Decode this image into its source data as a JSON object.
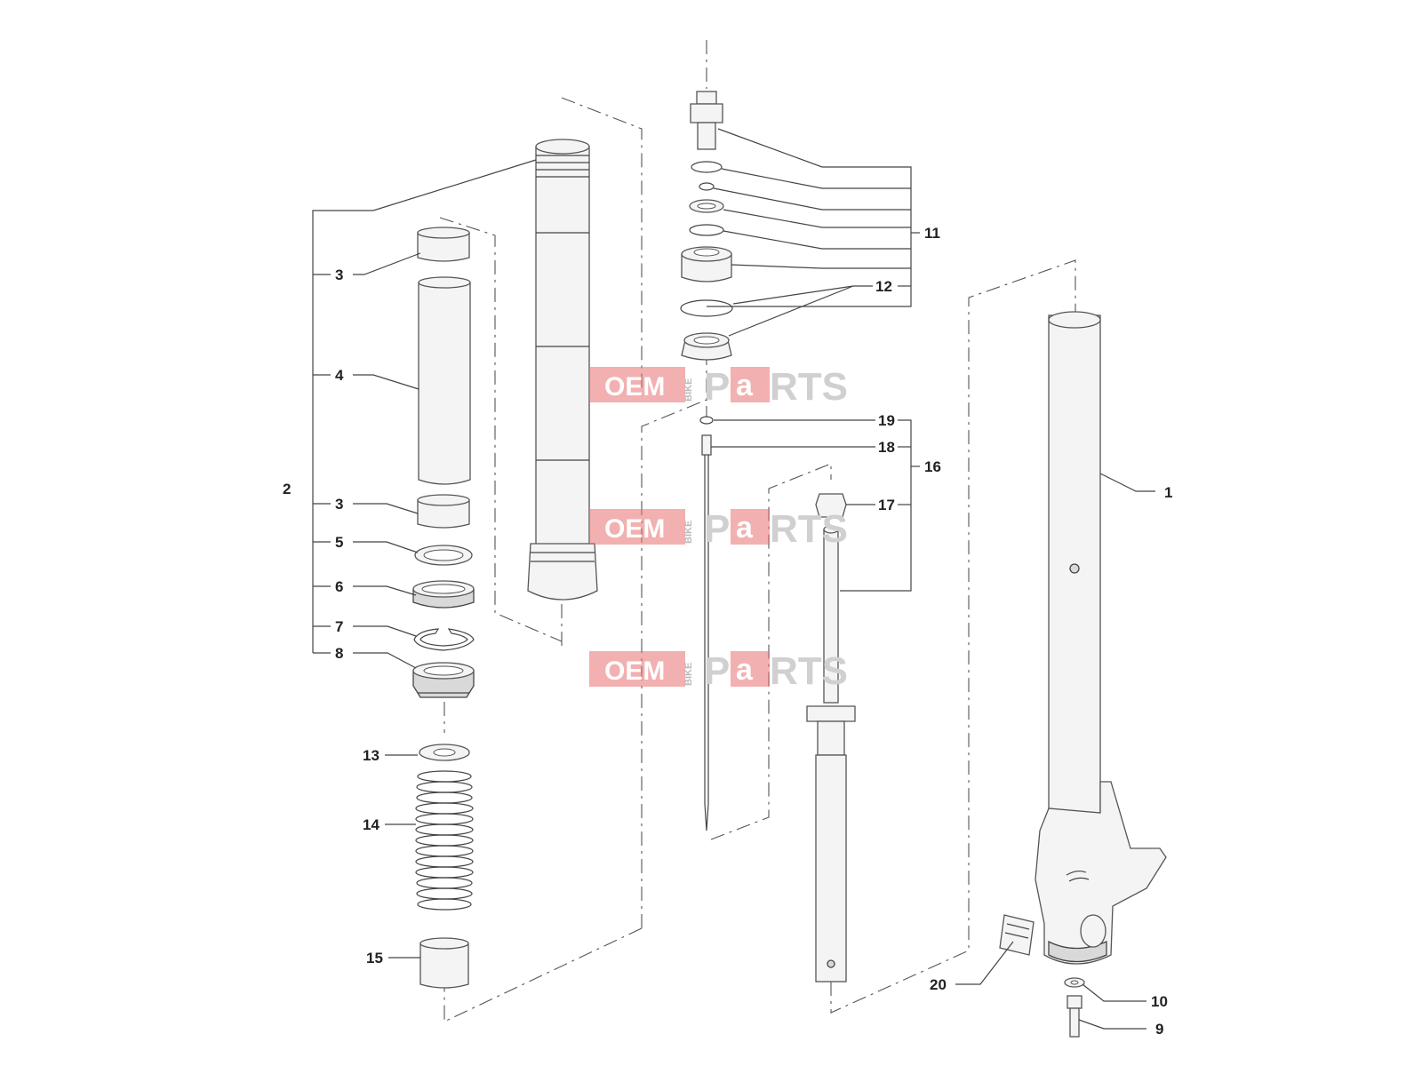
{
  "diagram": {
    "callouts": [
      "1",
      "2",
      "3",
      "4",
      "3",
      "5",
      "6",
      "7",
      "8",
      "13",
      "14",
      "15",
      "11",
      "12",
      "19",
      "18",
      "16",
      "17",
      "20",
      "10",
      "9"
    ],
    "watermark": {
      "oem": "OEM",
      "bike": "BIKE",
      "p": "P",
      "a": "a",
      "rts": "RTS"
    }
  }
}
